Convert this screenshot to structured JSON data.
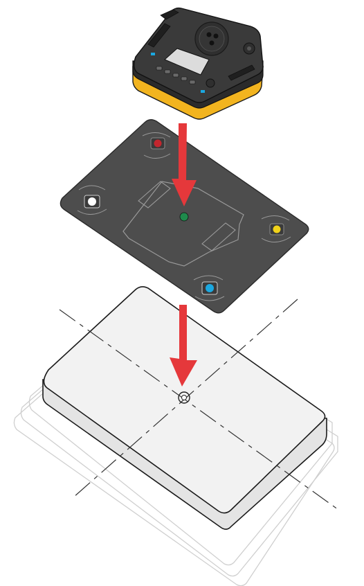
{
  "diagram": {
    "components": [
      {
        "name": "device",
        "body_color": "#2b2b2b",
        "accent_color": "#f2b41f"
      },
      {
        "name": "alignment-mat",
        "color": "#4d4d4d",
        "markers": [
          {
            "name": "red",
            "color": "#c4262e"
          },
          {
            "name": "white",
            "color": "#ffffff"
          },
          {
            "name": "green",
            "color": "#1f8a4c"
          },
          {
            "name": "yellow",
            "color": "#f0d21a"
          },
          {
            "name": "cyan",
            "color": "#1ba8e0"
          }
        ]
      },
      {
        "name": "base-block",
        "color": "#f2f2f2"
      }
    ],
    "arrows": [
      {
        "name": "device-to-mat",
        "color": "#e5383b"
      },
      {
        "name": "mat-to-base",
        "color": "#e5383b"
      }
    ]
  }
}
